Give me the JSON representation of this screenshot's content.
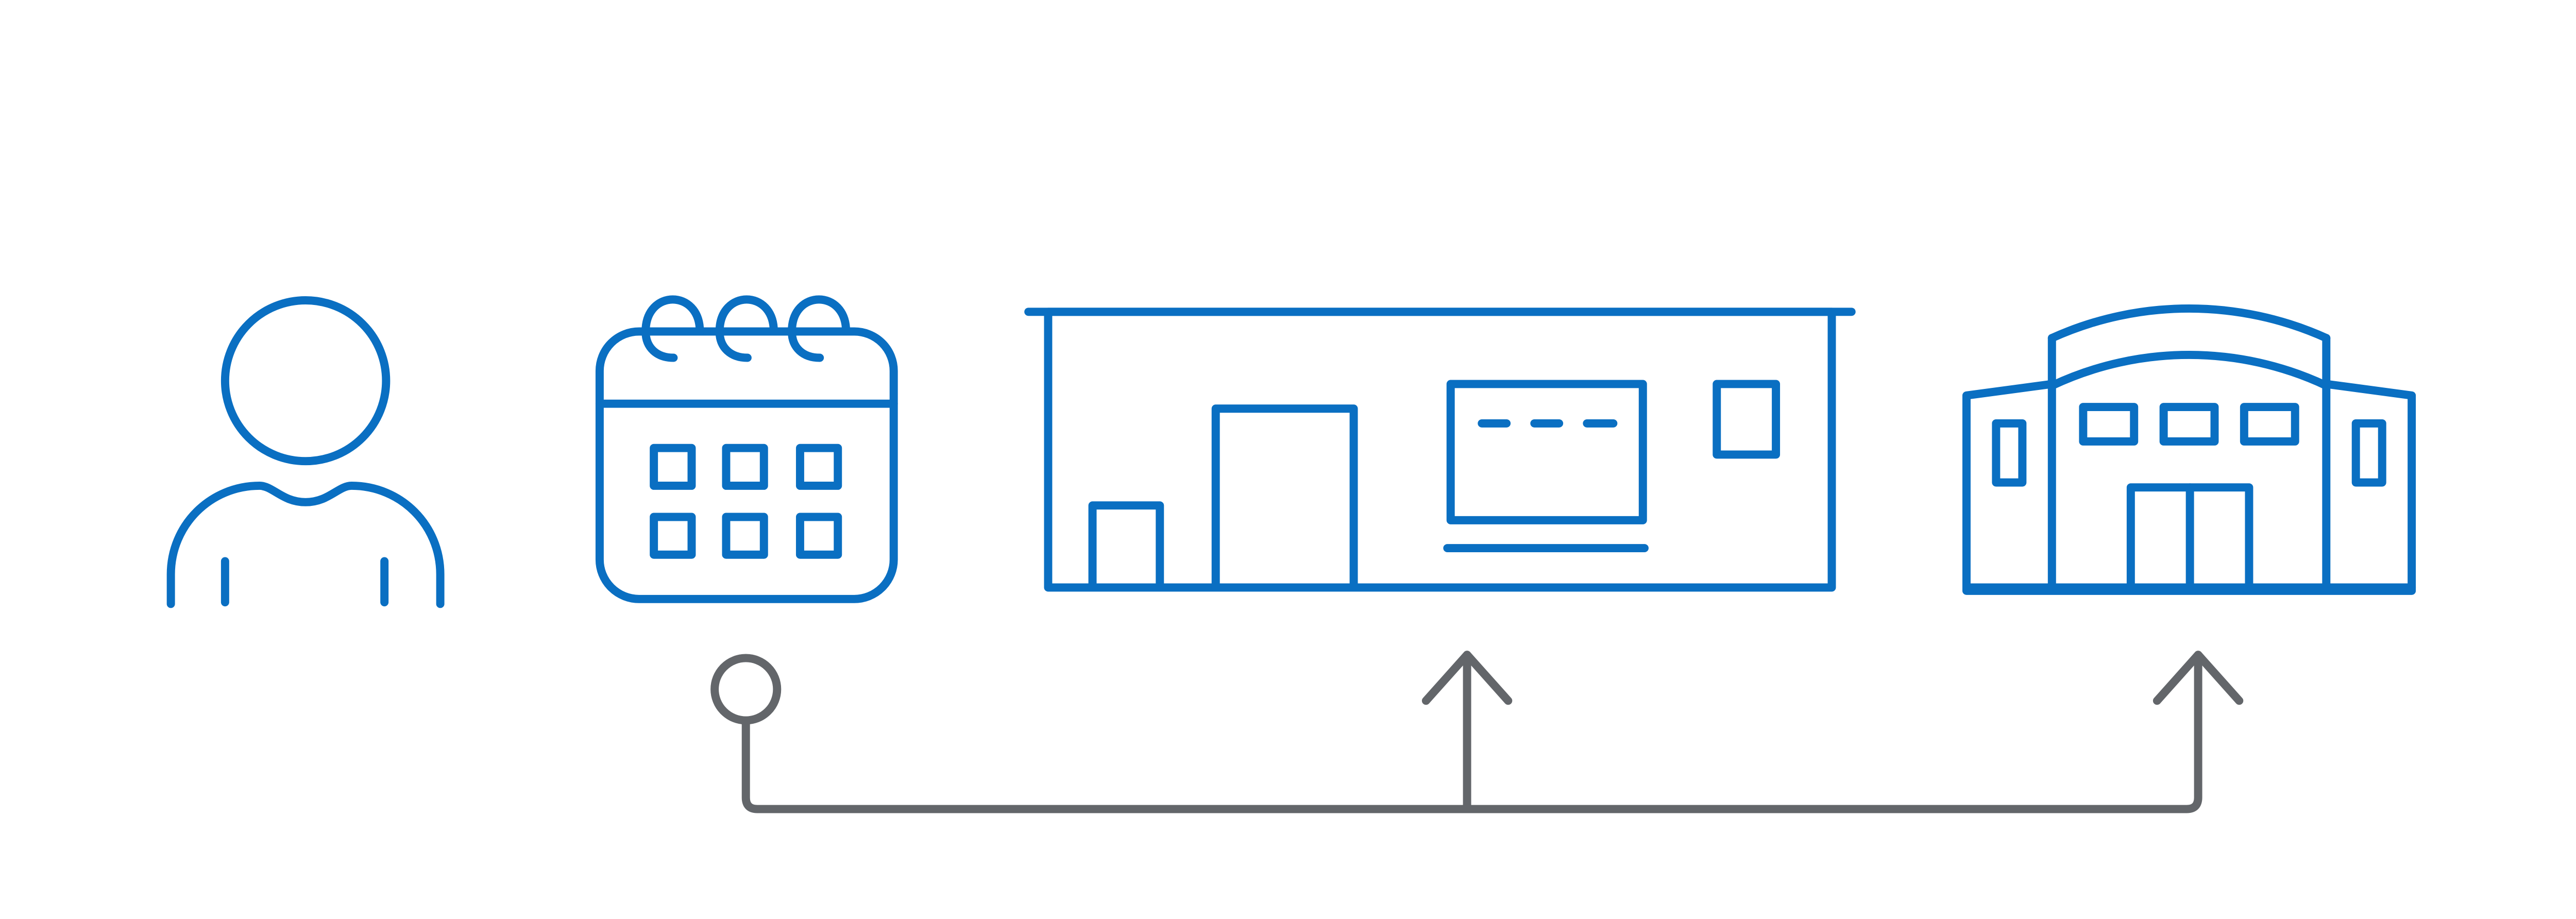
{
  "diagram": {
    "nodes": [
      {
        "id": "person",
        "icon": "person-icon"
      },
      {
        "id": "calendar",
        "icon": "calendar-icon"
      },
      {
        "id": "warehouse",
        "icon": "warehouse-icon"
      },
      {
        "id": "storefront",
        "icon": "storefront-icon"
      }
    ],
    "connector": {
      "from": "calendar",
      "to": [
        "warehouse",
        "storefront"
      ],
      "start_marker": "circle",
      "end_marker": "arrow-up"
    },
    "colors": {
      "icon": "#0A6FC2",
      "connector": "#63666A",
      "background": "#FFFFFF"
    }
  }
}
